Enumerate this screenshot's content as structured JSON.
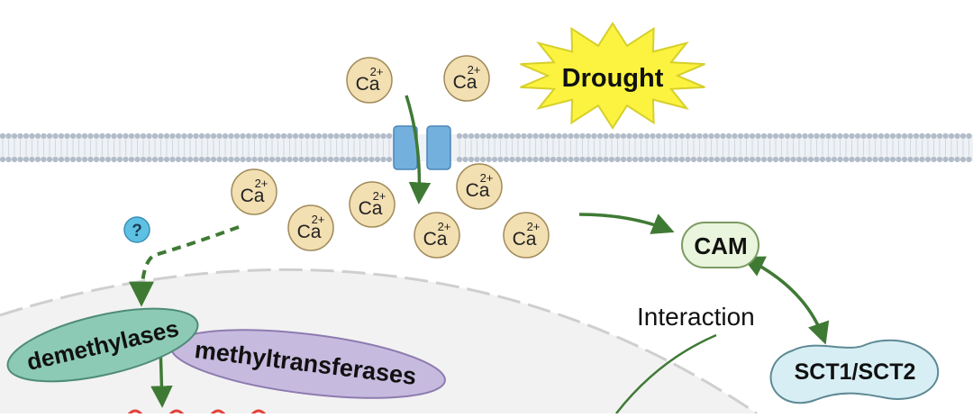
{
  "stimulus": {
    "label": "Drought",
    "fill": "#fbf33f",
    "stroke": "#d6cf2b"
  },
  "calcium": {
    "base": "Ca",
    "charge": "2+",
    "fill": "#f2dfb2",
    "stroke": "#a08a5a"
  },
  "question_mark": "?",
  "cam": {
    "label": "CAM",
    "fill": "#e9f5dc",
    "stroke": "#7c9a63"
  },
  "sct": {
    "label": "SCT1/SCT2",
    "fill": "#d7eef4",
    "stroke": "#5e8995"
  },
  "demethylases": {
    "label": "demethylases",
    "fill": "#8ccab5",
    "stroke": "#4e8b78"
  },
  "methyltransferases": {
    "label": "methyltransferases",
    "fill": "#c7badf",
    "stroke": "#8d7bb0"
  },
  "interaction_label": "Interaction",
  "colors": {
    "arrow": "#3f7a35",
    "membrane": "#b2bcc9",
    "channel": "#74b0dd",
    "nucleus": "#f2f2f2",
    "nucleus_edge": "#cfcfcf",
    "red_marks": "#e2423c"
  }
}
